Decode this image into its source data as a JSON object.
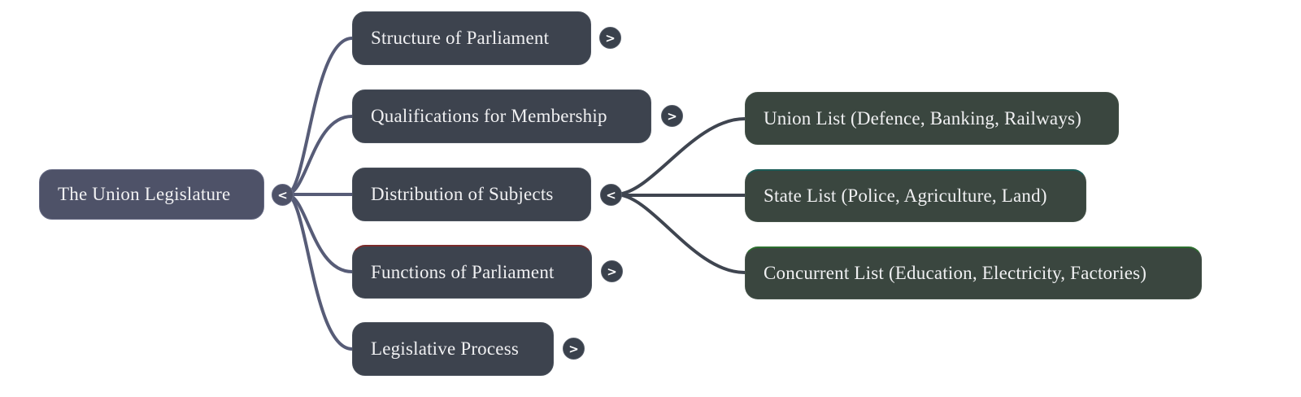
{
  "mindmap": {
    "root": {
      "label": "The Union Legislature",
      "toggle_glyph": "<"
    },
    "level1": [
      {
        "label": "Structure of Parliament",
        "toggle_glyph": ">"
      },
      {
        "label": "Qualifications for Membership",
        "toggle_glyph": ">"
      },
      {
        "label": "Distribution of Subjects",
        "toggle_glyph": "<"
      },
      {
        "label": "Functions of Parliament",
        "toggle_glyph": ">",
        "accent": "#7b2b2b"
      },
      {
        "label": "Legislative Process",
        "toggle_glyph": ">"
      }
    ],
    "level2": [
      {
        "label": "Union List (Defence, Banking, Railways)"
      },
      {
        "label": "State List (Police, Agriculture, Land)",
        "accent": "#1d5c57"
      },
      {
        "label": "Concurrent List (Education, Electricity, Factories)",
        "accent": "#2c6e2e"
      }
    ],
    "colors": {
      "root_fill": "#4e5268",
      "root_border": "#686c85",
      "branch_fill": "#3d434e",
      "branch_border": "#4a515c",
      "leaf_fill": "#3a463f",
      "leaf_border": "#455349",
      "root_link": "#575c77",
      "branch_link": "#3f4550",
      "text": "#f0f0f2"
    }
  }
}
